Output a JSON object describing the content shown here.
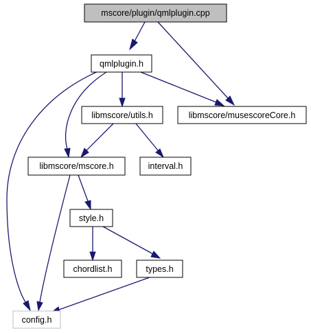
{
  "graph": {
    "nodes": {
      "root": "mscore/plugin/qmlplugin.cpp",
      "qmlplugin_h": "qmlplugin.h",
      "utils_h": "libmscore/utils.h",
      "musescorecore_h": "libmscore/musescoreCore.h",
      "mscore_h": "libmscore/mscore.h",
      "interval_h": "interval.h",
      "style_h": "style.h",
      "chordlist_h": "chordlist.h",
      "types_h": "types.h",
      "config_h": "config.h"
    },
    "edges": [
      [
        "root",
        "qmlplugin_h"
      ],
      [
        "root",
        "musescorecore_h"
      ],
      [
        "qmlplugin_h",
        "utils_h"
      ],
      [
        "qmlplugin_h",
        "musescorecore_h"
      ],
      [
        "qmlplugin_h",
        "mscore_h"
      ],
      [
        "qmlplugin_h",
        "config_h"
      ],
      [
        "utils_h",
        "mscore_h"
      ],
      [
        "utils_h",
        "interval_h"
      ],
      [
        "mscore_h",
        "style_h"
      ],
      [
        "mscore_h",
        "config_h"
      ],
      [
        "style_h",
        "chordlist_h"
      ],
      [
        "style_h",
        "types_h"
      ],
      [
        "types_h",
        "config_h"
      ]
    ]
  }
}
